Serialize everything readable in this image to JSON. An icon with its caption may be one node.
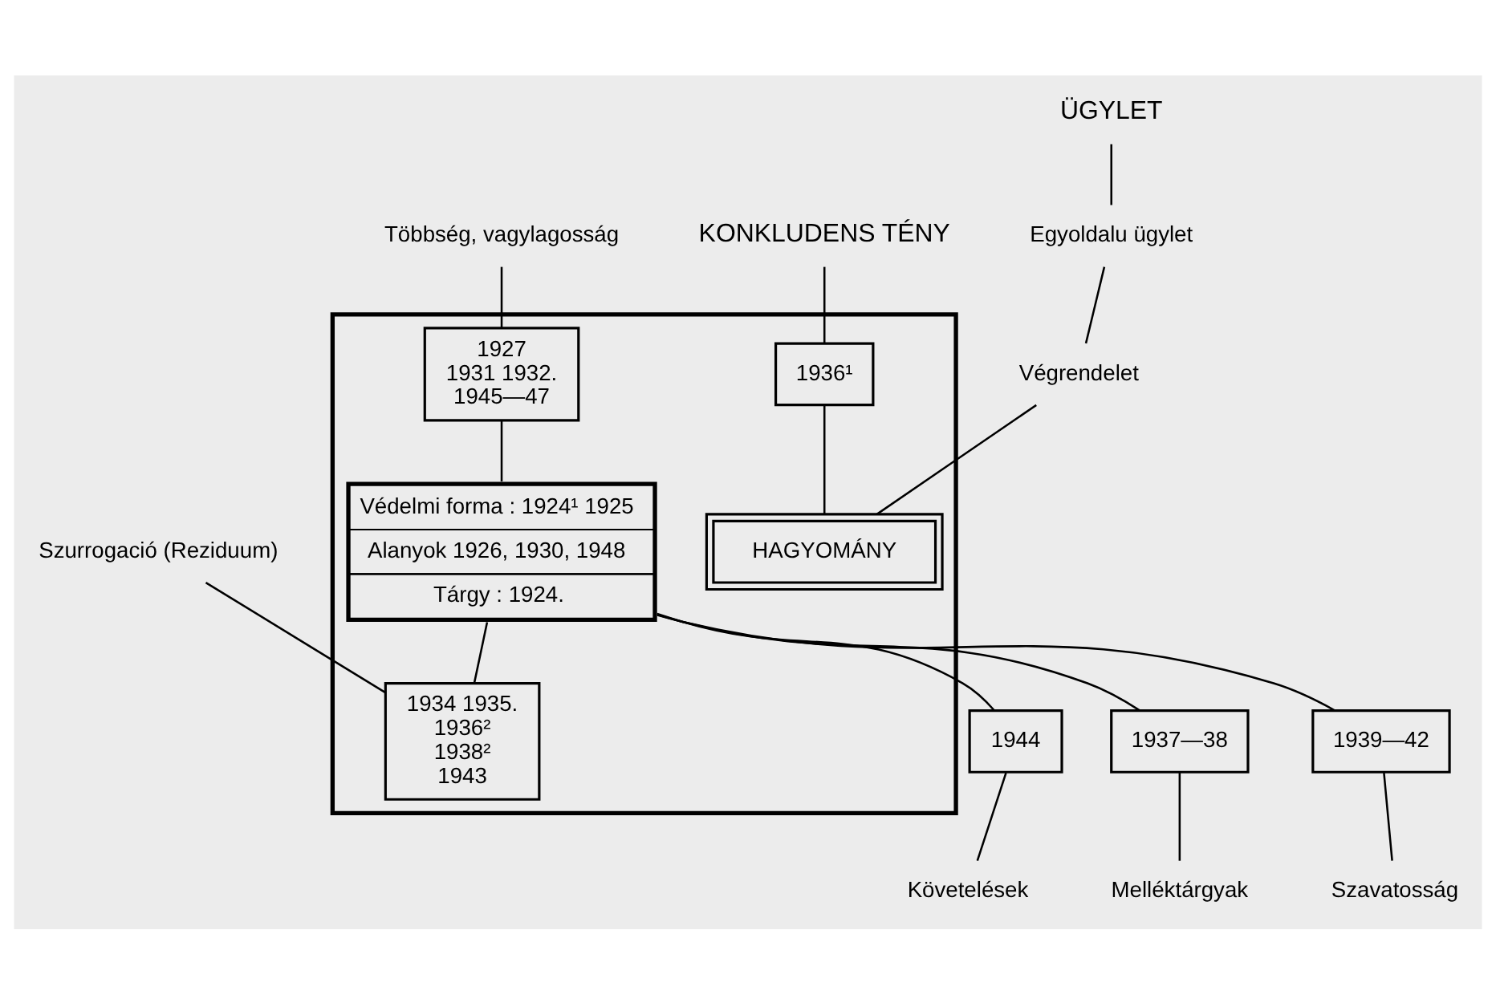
{
  "diagram": {
    "nodes": [
      {
        "text": [
          "KONKLUDENS TÉNY"
        ]
      },
      {
        "text": [
          "ÜGYLET"
        ]
      },
      {
        "text": [
          "Egyoldalu ügylet"
        ]
      },
      {
        "text": [
          "Végrendelet"
        ]
      },
      {
        "text": [
          "Többség, vagylagosság"
        ]
      },
      {
        "text": [],
        "shape": "box"
      },
      {
        "text": [
          "1936¹"
        ],
        "in": 5
      },
      {
        "text": [
          "1927",
          "1931 1932.",
          "1945—47"
        ],
        "in": 5
      },
      {
        "text": [
          "HAGYOMÁNY"
        ],
        "in": 5
      },
      {
        "text": [
          "Védelmi forma : 1924¹ 1925",
          "Alanyok 1926, 1930, 1948",
          "Tárgy : 1924."
        ],
        "in": 5
      },
      {
        "text": [
          "1934 1935.",
          "1936²",
          "1938²",
          "1943"
        ],
        "in": 5
      },
      {
        "text": [
          "1939—42"
        ]
      },
      {
        "text": [
          "1944"
        ]
      },
      {
        "text": [
          "1937—38"
        ]
      },
      {
        "text": [
          "Szurrogació (Reziduum)"
        ]
      },
      {
        "text": [
          "Szavatosság"
        ]
      },
      {
        "text": [
          "Követelések"
        ]
      },
      {
        "text": [
          "Melléktárgyak"
        ]
      }
    ],
    "edges": [
      {
        "from": 0,
        "to": 6,
        "arrow": "none"
      },
      {
        "from": 1,
        "to": 2,
        "arrow": "none"
      },
      {
        "from": 2,
        "to": 3,
        "arrow": "none"
      },
      {
        "from": 3,
        "to": 8,
        "arrow": "none"
      },
      {
        "from": 4,
        "to": 7,
        "arrow": "none"
      },
      {
        "from": 6,
        "to": 8,
        "arrow": "none"
      },
      {
        "from": 7,
        "to": 9,
        "arrow": "none"
      },
      {
        "from": 14,
        "to": 10,
        "arrow": "none"
      },
      {
        "from": 9,
        "to": 10,
        "arrow": "none"
      },
      {
        "from": 9,
        "to": 11,
        "arrow": "none"
      },
      {
        "from": 9,
        "to": 12,
        "arrow": "none"
      },
      {
        "from": 9,
        "to": 13,
        "arrow": "none"
      },
      {
        "from": 11,
        "to": 15,
        "arrow": "none"
      },
      {
        "from": 12,
        "to": 16,
        "arrow": "none"
      },
      {
        "from": 13,
        "to": 17,
        "arrow": "none"
      }
    ]
  }
}
